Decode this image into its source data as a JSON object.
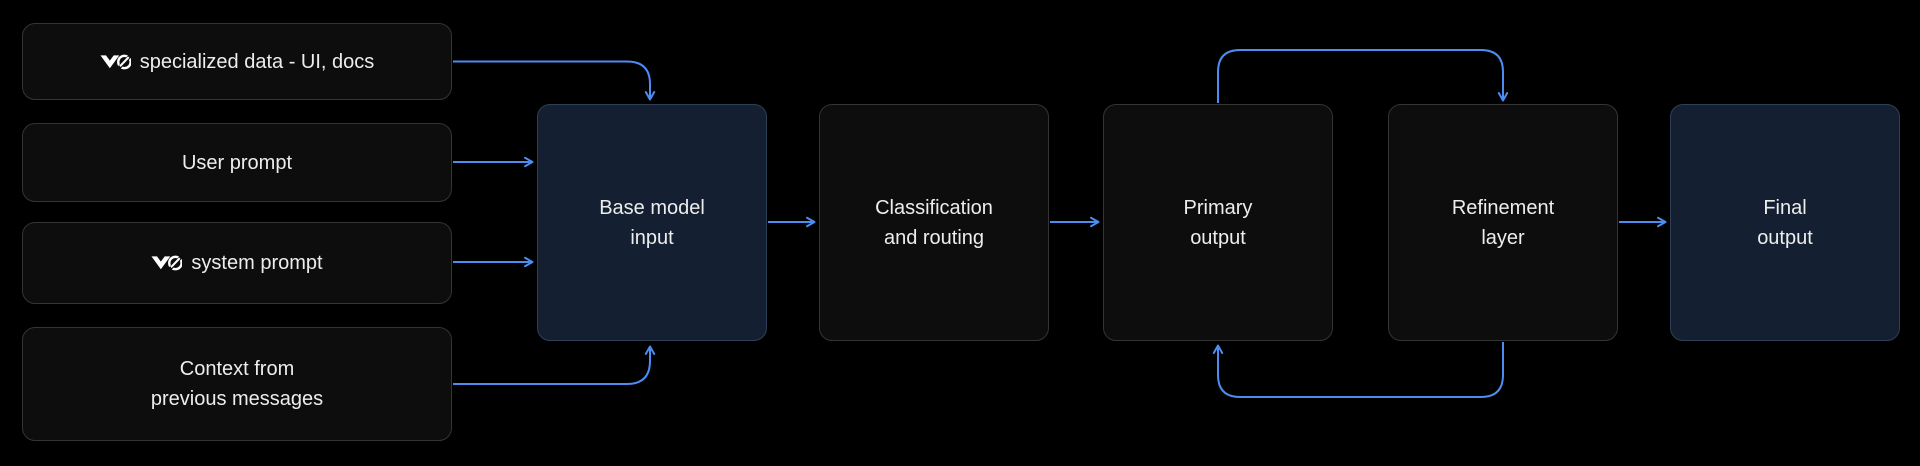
{
  "colors": {
    "background": "#000000",
    "box_fill": "#0d0d0d",
    "box_border": "#343434",
    "highlight_fill": "#142031",
    "highlight_border": "#2d4056",
    "arrow": "#4d8df2",
    "text": "#ededed",
    "logo": "#ffffff"
  },
  "diagram": {
    "inputs": [
      {
        "icon": "v0-logo",
        "label": "specialized data - UI, docs"
      },
      {
        "label": "User prompt"
      },
      {
        "icon": "v0-logo",
        "label": "system prompt"
      },
      {
        "line1": "Context from",
        "line2": "previous messages"
      }
    ],
    "nodes": [
      {
        "line1": "Base model",
        "line2": "input",
        "highlighted": true
      },
      {
        "line1": "Classification",
        "line2": "and routing",
        "highlighted": false
      },
      {
        "line1": "Primary",
        "line2": "output",
        "highlighted": false
      },
      {
        "line1": "Refinement",
        "line2": "layer",
        "highlighted": false
      },
      {
        "line1": "Final",
        "line2": "output",
        "highlighted": true
      }
    ],
    "connections": [
      "specialized-data -> base-model-input",
      "user-prompt -> base-model-input",
      "system-prompt -> base-model-input",
      "context -> base-model-input",
      "base-model-input -> classification-and-routing",
      "classification-and-routing -> primary-output",
      "primary-output -> refinement-layer (top loop)",
      "refinement-layer -> primary-output (bottom loop)",
      "refinement-layer -> final-output"
    ]
  }
}
